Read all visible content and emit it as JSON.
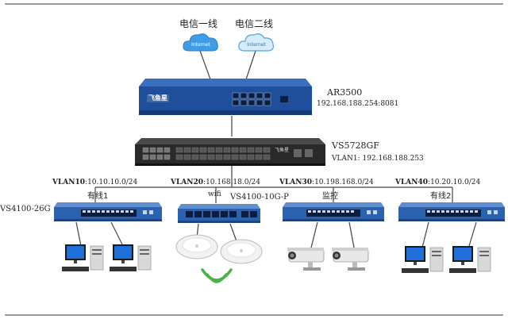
{
  "isp": {
    "line1_label": "电信一线",
    "line2_label": "电信二线",
    "cloud_text": "Internet"
  },
  "router": {
    "model": "AR3500",
    "ip": "192.168.188.254:8081",
    "brand": "飞鱼星"
  },
  "core_switch": {
    "model": "VS5728GF",
    "vlan_ip": "VLAN1: 192.168.188.253",
    "brand": "飞鱼星"
  },
  "vlans": [
    {
      "label": "VLAN10",
      "subnet": ":10.10.10.0/24",
      "group": "有线1",
      "switch": "VS4100-26G"
    },
    {
      "label": "VLAN20",
      "subnet": ":10.168.18.0/24",
      "group": "wifi",
      "switch": "VS4100-10G-P"
    },
    {
      "label": "VLAN30",
      "subnet": ":10.198.168.0/24",
      "group": "监控",
      "switch": ""
    },
    {
      "label": "VLAN40",
      "subnet": ":10.20.10.0/24",
      "group": "有线2",
      "switch": ""
    }
  ],
  "colors": {
    "router_blue": "#1f4f9a",
    "switch_blue": "#2b62b0",
    "cloud_blue": "#4aa3e6",
    "line": "#333333"
  }
}
